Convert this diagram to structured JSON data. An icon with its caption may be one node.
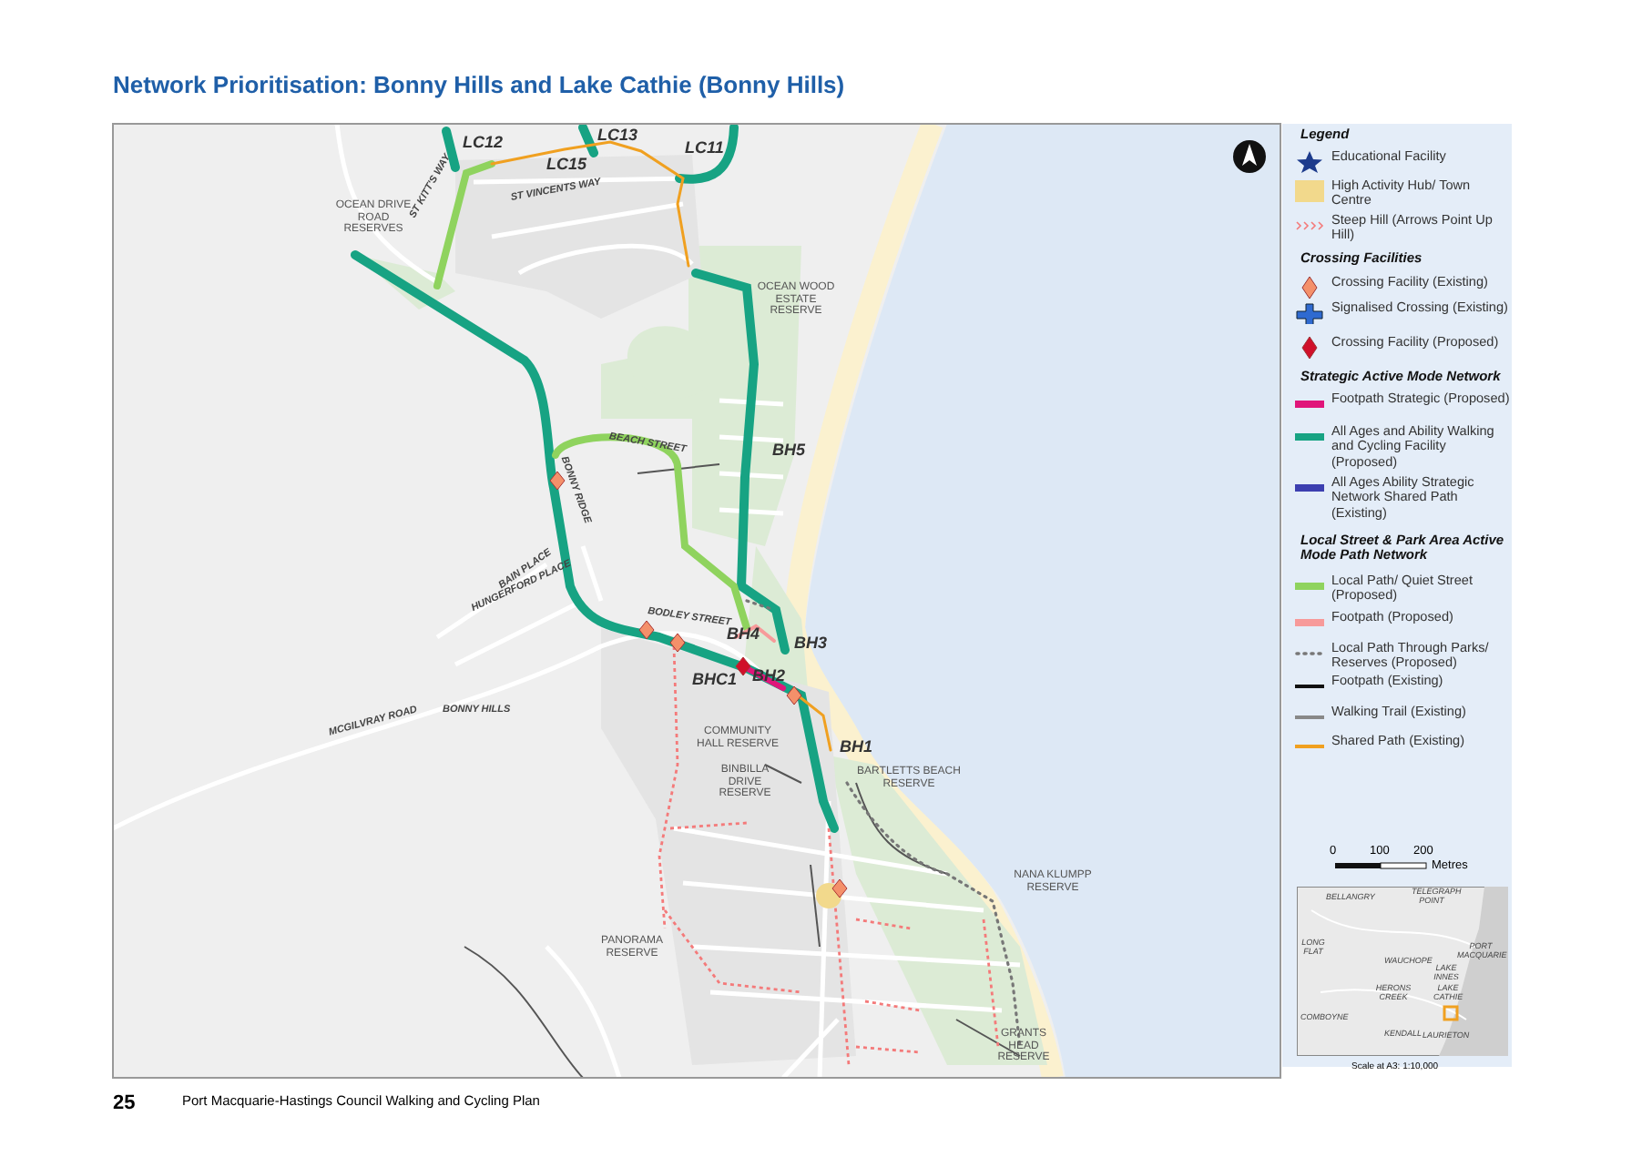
{
  "diagram": {
    "title": "Network Prioritisation: Bonny Hills and Lake Cathie (Bonny Hills)",
    "labels": [
      "LC12",
      "LC15",
      "LC13",
      "LC11",
      "OCEAN DRIVE ROAD RESERVES",
      "ST KITT'S WAY",
      "ST VINCENTS WAY",
      "OCEAN WOOD ESTATE RESERVE",
      "BEACH STREET",
      "BONNY RIDGE",
      "BH5",
      "BAIN PLACE",
      "HUNGERFORD PLACE",
      "BODLEY STREET",
      "BH4",
      "BH3",
      "BHC1",
      "BH2",
      "BONNY HILLS",
      "MCGILVRAY ROAD",
      "COMMUNITY HALL RESERVE",
      "BH1",
      "BINBILLA DRIVE RESERVE",
      "BARTLETTS BEACH RESERVE",
      "NANA KLUMPP RESERVE",
      "PANORAMA RESERVE",
      "GRANTS HEAD RESERVE",
      "Legend",
      "Crossing Facilities",
      "Strategic Active Mode Network",
      "Local Street & Park Area Active Mode Path Network",
      "0",
      "100",
      "200",
      "Metres",
      "BELLANGRY",
      "TELEGRAPH POINT",
      "LONG FLAT",
      "WAUCHOPE",
      "PORT MACQUARIE",
      "LAKE INNES",
      "HERONS CREEK",
      "LAKE CATHIE",
      "COMBOYNE",
      "KENDALL",
      "LAURIETON",
      "Scale at A3: 1:10,000",
      "25",
      "Port Macquarie-Hastings Council Walking and Cycling Plan"
    ],
    "legend": [
      {
        "text": "Educational Facility"
      },
      {
        "text": "High Activity Hub/ Town Centre",
        "color": "#f2d98c"
      },
      {
        "text": "Steep Hill (Arrows Point Up Hill)"
      },
      {
        "text": "Crossing Facility (Existing)"
      },
      {
        "text": "Signalised Crossing (Existing)"
      },
      {
        "text": "Crossing Facility (Proposed)"
      },
      {
        "text": "Footpath Strategic (Proposed)",
        "color": "#e0157a"
      },
      {
        "text": "All Ages and Ability Walking and Cycling Facility (Proposed)",
        "color": "#17a383"
      },
      {
        "text": "All Ages Ability Strategic Network Shared Path (Existing)",
        "color": "#3c3fb0"
      },
      {
        "text": "Local Path/ Quiet Street (Proposed)",
        "color": "#8fd35e"
      },
      {
        "text": "Footpath (Proposed)",
        "color": "#f79a9a"
      },
      {
        "text": "Local Path Through Parks/ Reserves (Proposed)"
      },
      {
        "text": "Footpath (Existing)"
      },
      {
        "text": "Walking Trail (Existing)"
      },
      {
        "text": "Shared Path (Existing)"
      }
    ]
  }
}
